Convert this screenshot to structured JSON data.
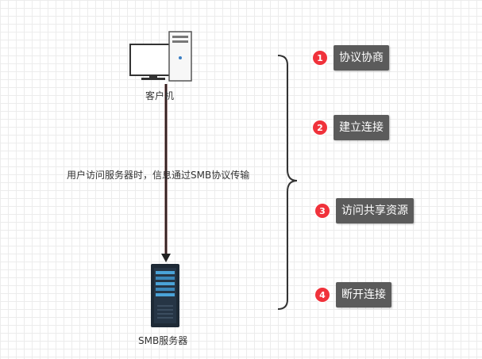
{
  "client": {
    "label": "客户机"
  },
  "server": {
    "label": "SMB服务器"
  },
  "connection": {
    "label": "用户访问服务器时，信息通过SMB协议传输"
  },
  "steps": [
    {
      "number": "1",
      "text": "协议协商"
    },
    {
      "number": "2",
      "text": "建立连接"
    },
    {
      "number": "3",
      "text": "访问共享资源"
    },
    {
      "number": "4",
      "text": "断开连接"
    }
  ],
  "colors": {
    "badge": "#f0323b",
    "step_box": "#5b5b5b",
    "arrow": "#222222"
  }
}
